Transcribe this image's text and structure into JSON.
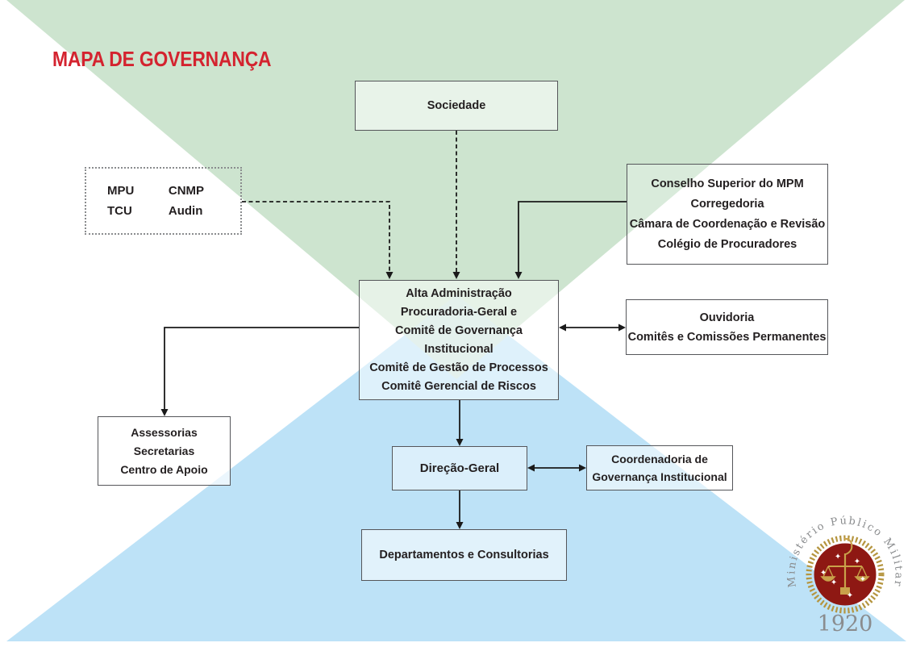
{
  "title": "MAPA DE GOVERNANÇA",
  "colors": {
    "title_red": "#d4232f",
    "triangle_green": "#cde4cf",
    "triangle_blue": "#bde2f7",
    "triangle_overlap": "#c9e3da",
    "connector_line": "#1a1a1a",
    "box_border": "#55565a",
    "seal_red": "#8e1813",
    "seal_gold": "#c9a24a",
    "seal_wreath_gold": "#b5953f",
    "seal_text_gray": "#8a8c8e"
  },
  "boxes": {
    "sociedade": {
      "lines": [
        "Sociedade"
      ]
    },
    "external": {
      "items": [
        "MPU",
        "CNMP",
        "TCU",
        "Audin"
      ]
    },
    "conselho": {
      "lines": [
        "Conselho Superior do MPM",
        "Corregedoria",
        "Câmara de Coordenação e Revisão",
        "Colégio de Procuradores"
      ]
    },
    "alta": {
      "lines": [
        "Alta Administração",
        "Procuradoria-Geral e",
        "Comitê de Governança Institucional",
        "Comitê de Gestão de Processos",
        "Comitê Gerencial de Riscos"
      ]
    },
    "ouvidoria": {
      "lines": [
        "Ouvidoria",
        "Comitês e Comissões Permanentes"
      ]
    },
    "assessorias": {
      "lines": [
        "Assessorias",
        "Secretarias",
        "Centro de Apoio"
      ]
    },
    "direcao": {
      "lines": [
        "Direção-Geral"
      ]
    },
    "coordenadoria": {
      "lines": [
        "Coordenadoria de",
        "Governança Institucional"
      ]
    },
    "departamentos": {
      "lines": [
        "Departamentos e Consultorias"
      ]
    }
  },
  "seal": {
    "ring_text": "Ministério Público Militar",
    "year": "1920"
  }
}
